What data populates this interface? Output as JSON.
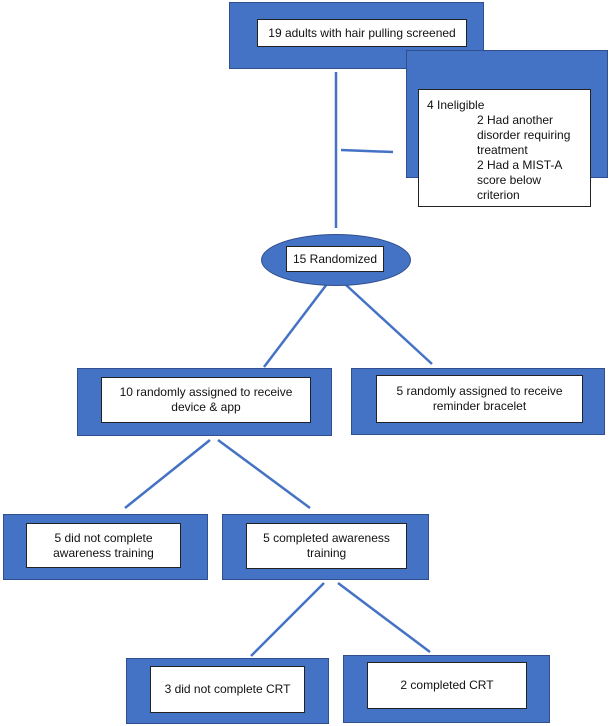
{
  "diagram": {
    "screened": "19 adults with hair pulling screened",
    "ineligible": {
      "title": "4 Ineligible",
      "items": [
        "2 Had another disorder requiring treatment",
        "2 Had a MIST-A score below criterion"
      ]
    },
    "randomized": "15 Randomized",
    "arm_device": "10 randomly assigned to receive device & app",
    "arm_bracelet": "5 randomly assigned to receive reminder bracelet",
    "no_awareness": "5 did not complete awareness training",
    "completed_awareness": "5 completed awareness training",
    "no_crt": "3 did not complete CRT",
    "completed_crt": "2 completed CRT"
  },
  "colors": {
    "box_fill": "#4472c4",
    "line": "#4472c4",
    "inner_fill": "#ffffff"
  }
}
